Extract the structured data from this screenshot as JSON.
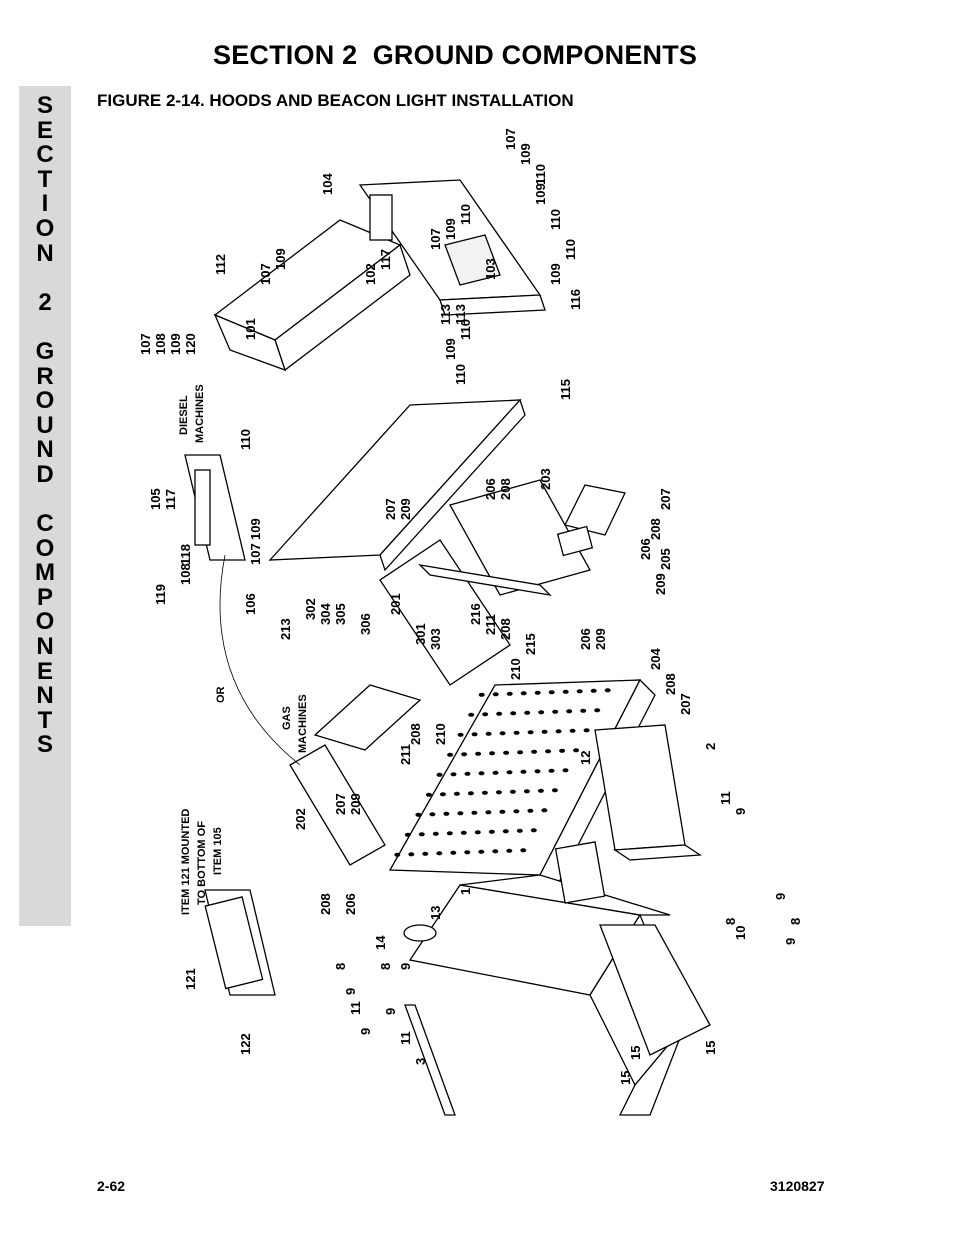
{
  "header": {
    "title": "SECTION 2  GROUND COMPONENTS"
  },
  "figure": {
    "title": "FIGURE 2-14. HOODS AND BEACON LIGHT INSTALLATION"
  },
  "side_tab": {
    "letters": [
      "S",
      "E",
      "C",
      "T",
      "I",
      "O",
      "N",
      "",
      "2",
      "",
      "G",
      "R",
      "O",
      "U",
      "N",
      "D",
      "",
      "C",
      "O",
      "M",
      "P",
      "O",
      "N",
      "E",
      "N",
      "T",
      "S"
    ]
  },
  "footer": {
    "page_number": "2-62",
    "doc_number": "3120827"
  },
  "diagram": {
    "notes": {
      "diesel_1": "DIESEL",
      "diesel_2": "MACHINES",
      "gas_1": "GAS",
      "gas_2": "MACHINES",
      "or": "OR",
      "item121_1": "ITEM 121 MOUNTED",
      "item121_2": "TO BOTTOM OF",
      "item121_3": "ITEM 105"
    },
    "callouts": [
      "107",
      "109",
      "110",
      "104",
      "109",
      "110",
      "102",
      "117",
      "107",
      "109",
      "110",
      "103",
      "109",
      "110",
      "113",
      "116",
      "112",
      "107",
      "109",
      "101",
      "113",
      "109",
      "110",
      "110",
      "107",
      "108",
      "109",
      "120",
      "110",
      "115",
      "105",
      "117",
      "109",
      "107",
      "118",
      "108",
      "119",
      "106",
      "207",
      "209",
      "206",
      "208",
      "203",
      "207",
      "208",
      "205",
      "206",
      "209",
      "201",
      "302",
      "304",
      "305",
      "306",
      "301",
      "303",
      "216",
      "211",
      "208",
      "215",
      "210",
      "206",
      "209",
      "204",
      "208",
      "207",
      "213",
      "208",
      "210",
      "211",
      "207",
      "209",
      "202",
      "12",
      "2",
      "11",
      "9",
      "1",
      "13",
      "14",
      "8",
      "9",
      "8",
      "9",
      "11",
      "9",
      "9",
      "11",
      "3",
      "15",
      "15",
      "15",
      "9",
      "8",
      "10",
      "9",
      "8",
      "208",
      "206",
      "121",
      "122"
    ]
  }
}
